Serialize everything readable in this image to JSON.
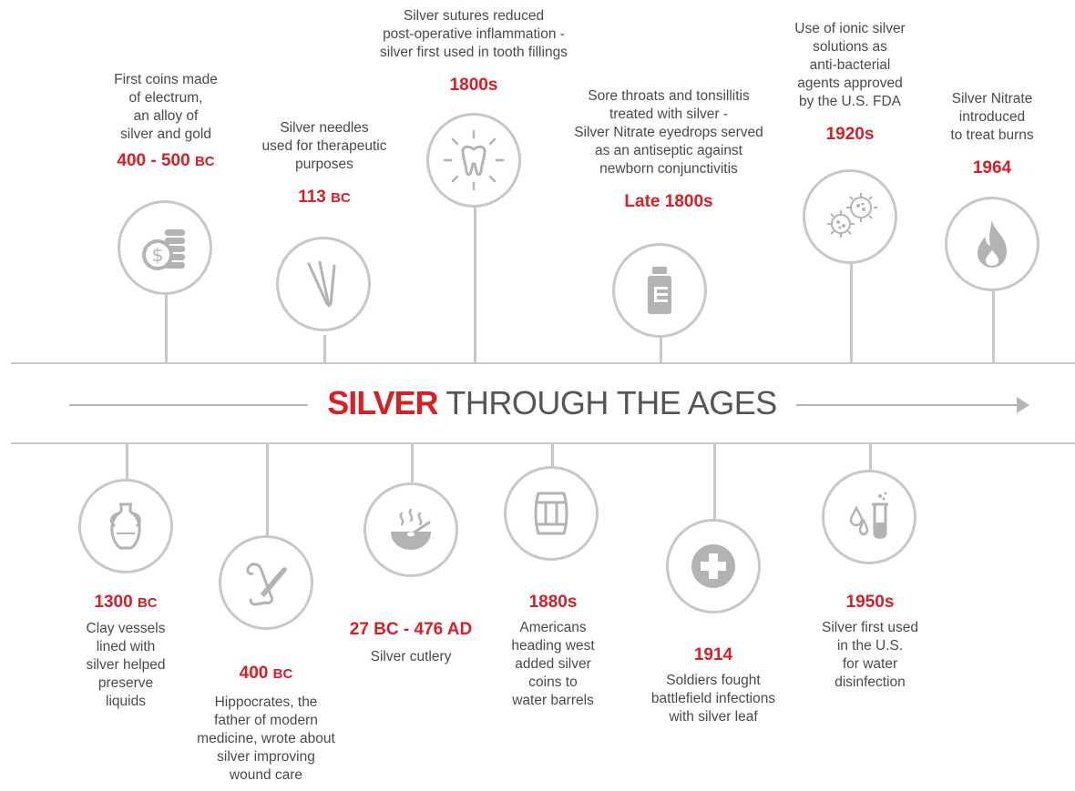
{
  "infographic": {
    "title_highlight": "SILVER",
    "title_rest": "THROUGH THE AGES",
    "colors": {
      "accent": "#d71f26",
      "line": "#c8c8c8",
      "icon": "#b3b3b3",
      "text": "#4a4a4a"
    },
    "top_events": [
      {
        "date_main": "400 - 500",
        "date_era": "BC",
        "description": "First coins made\nof electrum,\nan alloy of\nsilver and gold",
        "icon": "coins-icon"
      },
      {
        "date_main": "113",
        "date_era": "BC",
        "description": "Silver needles\nused for therapeutic\npurposes",
        "icon": "needles-icon"
      },
      {
        "date_main": "1800s",
        "date_era": "",
        "description": "Silver sutures reduced\npost-operative inflammation -\nsilver first used in tooth fillings",
        "icon": "tooth-icon"
      },
      {
        "date_main": "Late 1800s",
        "date_era": "",
        "description": "Sore throats and tonsillitis\ntreated with silver -\nSilver Nitrate eyedrops served\nas an antiseptic against\nnewborn conjunctivitis",
        "icon": "medicine-bottle-icon"
      },
      {
        "date_main": "1920s",
        "date_era": "",
        "description": "Use of ionic silver\nsolutions as\nanti-bacterial\nagents approved\nby the U.S. FDA",
        "icon": "bacteria-icon"
      },
      {
        "date_main": "1964",
        "date_era": "",
        "description": "Silver Nitrate\nintroduced\nto treat burns",
        "icon": "flame-icon"
      }
    ],
    "bottom_events": [
      {
        "date_main": "1300",
        "date_era": "BC",
        "description": "Clay vessels\nlined with\nsilver helped\npreserve\nliquids",
        "icon": "vase-icon"
      },
      {
        "date_main": "400",
        "date_era": "BC",
        "description": "Hippocrates, the\nfather of modern\nmedicine, wrote about\nsilver improving\nwound care",
        "icon": "scroll-quill-icon"
      },
      {
        "date_main": "27 BC - 476 AD",
        "date_era": "",
        "description": "Silver cutlery",
        "icon": "bowl-spoon-icon"
      },
      {
        "date_main": "1880s",
        "date_era": "",
        "description": "Americans\nheading west\nadded silver\ncoins to\nwater barrels",
        "icon": "barrel-icon"
      },
      {
        "date_main": "1914",
        "date_era": "",
        "description": "Soldiers fought\nbattlefield infections\nwith silver leaf",
        "icon": "medical-cross-icon"
      },
      {
        "date_main": "1950s",
        "date_era": "",
        "description": "Silver first used\nin the U.S.\nfor water\ndisinfection",
        "icon": "test-tube-drops-icon"
      }
    ]
  }
}
